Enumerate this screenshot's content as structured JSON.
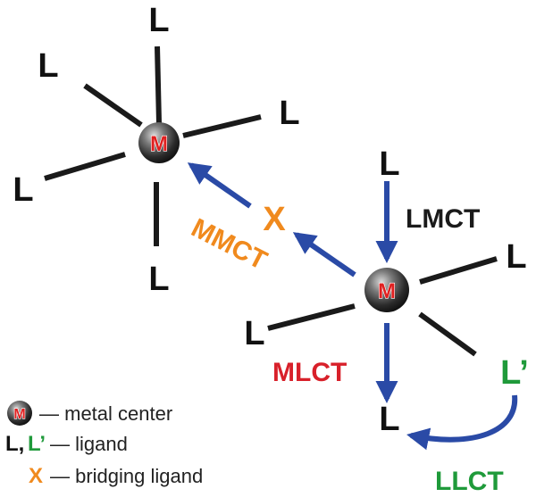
{
  "metal_symbol": "M",
  "ligand_symbol": "L",
  "ligand_prime_symbol": "L’",
  "bridge_symbol": "X",
  "transitions": {
    "lmct": "LMCT",
    "mmct": "MMCT",
    "mlct": "MLCT",
    "llct": "LLCT"
  },
  "legend": {
    "metal_desc": "— metal center",
    "ligand_key_l": "L,",
    "ligand_key_lp": "L’",
    "ligand_desc": "— ligand",
    "bridge_key": "X",
    "bridge_desc": "— bridging ligand"
  },
  "colors": {
    "bond": "#1a1a1a",
    "arrow": "#2a4aa6",
    "mlct": "#d8202a",
    "mmct": "#f08a1e",
    "llct": "#1f9a3a",
    "metal_red": "#e02020"
  }
}
